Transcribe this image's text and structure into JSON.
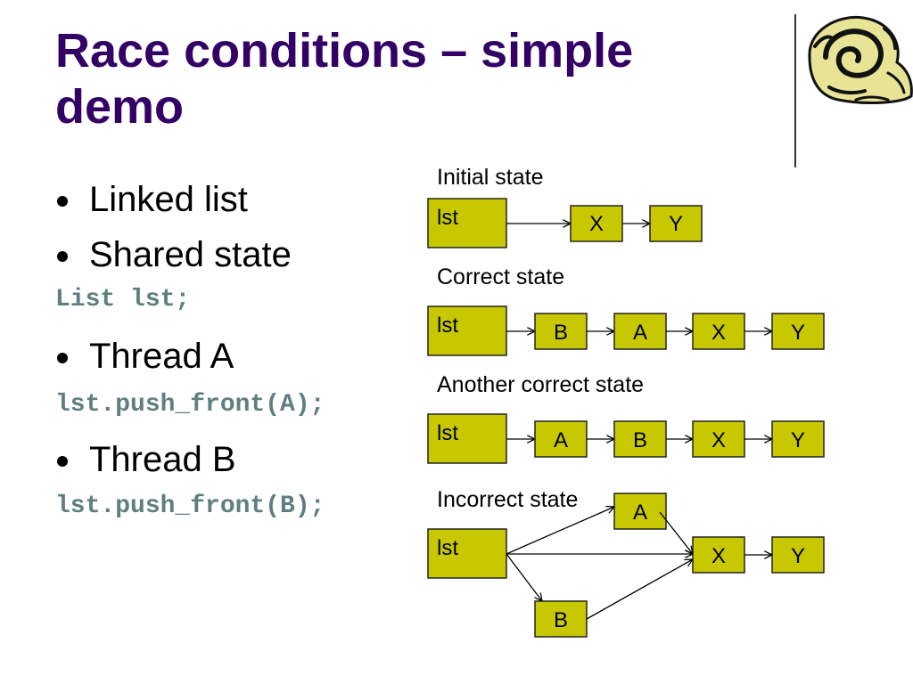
{
  "title": "Race conditions – simple demo",
  "accent": "#330066",
  "code_color": "#5f7f7f",
  "node_fill": "#c8c800",
  "logo_icon": "snail-shell-icon",
  "bullets": [
    "Linked list",
    "Shared state",
    "Thread A",
    "Thread B"
  ],
  "code": [
    "List lst;",
    "lst.push_front(A);",
    "lst.push_front(B);"
  ],
  "diagram": {
    "head_label": "lst",
    "states": [
      {
        "label": "Initial state",
        "chain": [
          "X",
          "Y"
        ]
      },
      {
        "label": "Correct state",
        "chain": [
          "B",
          "A",
          "X",
          "Y"
        ]
      },
      {
        "label": "Another correct state",
        "chain": [
          "A",
          "B",
          "X",
          "Y"
        ]
      },
      {
        "label": "Incorrect state",
        "top": "A",
        "bottom": "B",
        "chain": [
          "X",
          "Y"
        ]
      }
    ]
  }
}
